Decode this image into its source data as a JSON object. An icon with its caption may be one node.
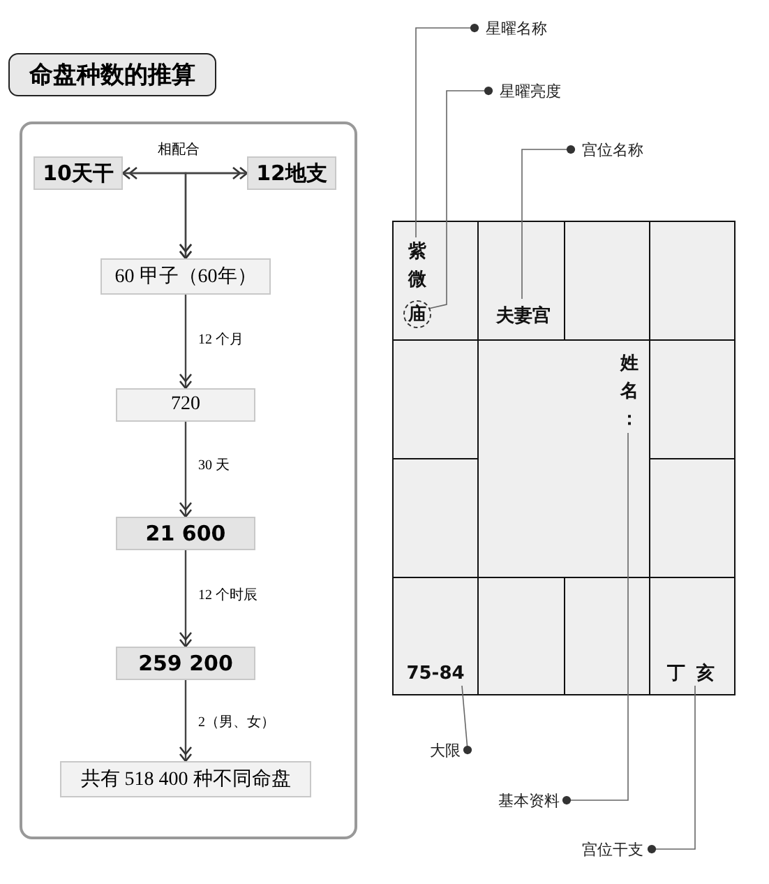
{
  "diagram": {
    "title": "命盘种数的推算",
    "nodes": [
      {
        "text": [
          "10天干"
        ]
      },
      {
        "text": [
          "12地支"
        ]
      },
      {
        "text": [
          "60 甲子（60年）"
        ]
      },
      {
        "text": [
          "720"
        ]
      },
      {
        "text": [
          "21 600"
        ]
      },
      {
        "text": [
          "259 200"
        ]
      },
      {
        "text": [
          "共有 518 400 种不同命盘"
        ]
      },
      {
        "text": [
          "星曜名称"
        ]
      },
      {
        "text": [
          "星曜亮度"
        ]
      },
      {
        "text": [
          "宫位名称"
        ]
      },
      {
        "text": [],
        "shape": "box"
      },
      {
        "text": [
          "紫微"
        ],
        "in": 10
      },
      {
        "text": [
          "庙"
        ],
        "in": 10
      },
      {
        "text": [],
        "shape": "box"
      },
      {
        "text": [
          "夫妻宫"
        ],
        "in": 13
      },
      {
        "text": [],
        "shape": "box"
      },
      {
        "text": [],
        "shape": "box"
      },
      {
        "text": [],
        "shape": "box"
      },
      {
        "text": [],
        "shape": "box"
      },
      {
        "text": [
          "姓名："
        ],
        "in": 18
      },
      {
        "text": [],
        "shape": "box"
      },
      {
        "text": [],
        "shape": "box"
      },
      {
        "text": [],
        "shape": "box"
      },
      {
        "text": [],
        "shape": "box"
      },
      {
        "text": [
          "75-84"
        ],
        "in": 23
      },
      {
        "text": [],
        "shape": "box"
      },
      {
        "text": [],
        "shape": "box"
      },
      {
        "text": [],
        "shape": "box"
      },
      {
        "text": [
          "丁亥"
        ],
        "in": 27
      },
      {
        "text": [
          "大限"
        ]
      },
      {
        "text": [
          "基本资料"
        ]
      },
      {
        "text": [
          "宫位干支"
        ]
      }
    ],
    "edges": [
      {
        "from": 0,
        "to": 1,
        "arrow": "both",
        "label": "相配合"
      },
      {
        "from": 0,
        "to": 2,
        "arrow": "to"
      },
      {
        "from": 1,
        "to": 2,
        "arrow": "to"
      },
      {
        "from": 2,
        "to": 3,
        "arrow": "to",
        "label": "12 个月"
      },
      {
        "from": 3,
        "to": 4,
        "arrow": "to",
        "label": "30 天"
      },
      {
        "from": 4,
        "to": 5,
        "arrow": "to",
        "label": "12 个时辰"
      },
      {
        "from": 5,
        "to": 6,
        "arrow": "to",
        "label": "2（男、女）"
      },
      {
        "from": 7,
        "to": 11,
        "arrow": "other"
      },
      {
        "from": 8,
        "to": 12,
        "arrow": "other"
      },
      {
        "from": 9,
        "to": 14,
        "arrow": "other"
      },
      {
        "from": 29,
        "to": 24,
        "arrow": "other"
      },
      {
        "from": 30,
        "to": 19,
        "arrow": "other"
      },
      {
        "from": 31,
        "to": 28,
        "arrow": "other"
      }
    ]
  }
}
